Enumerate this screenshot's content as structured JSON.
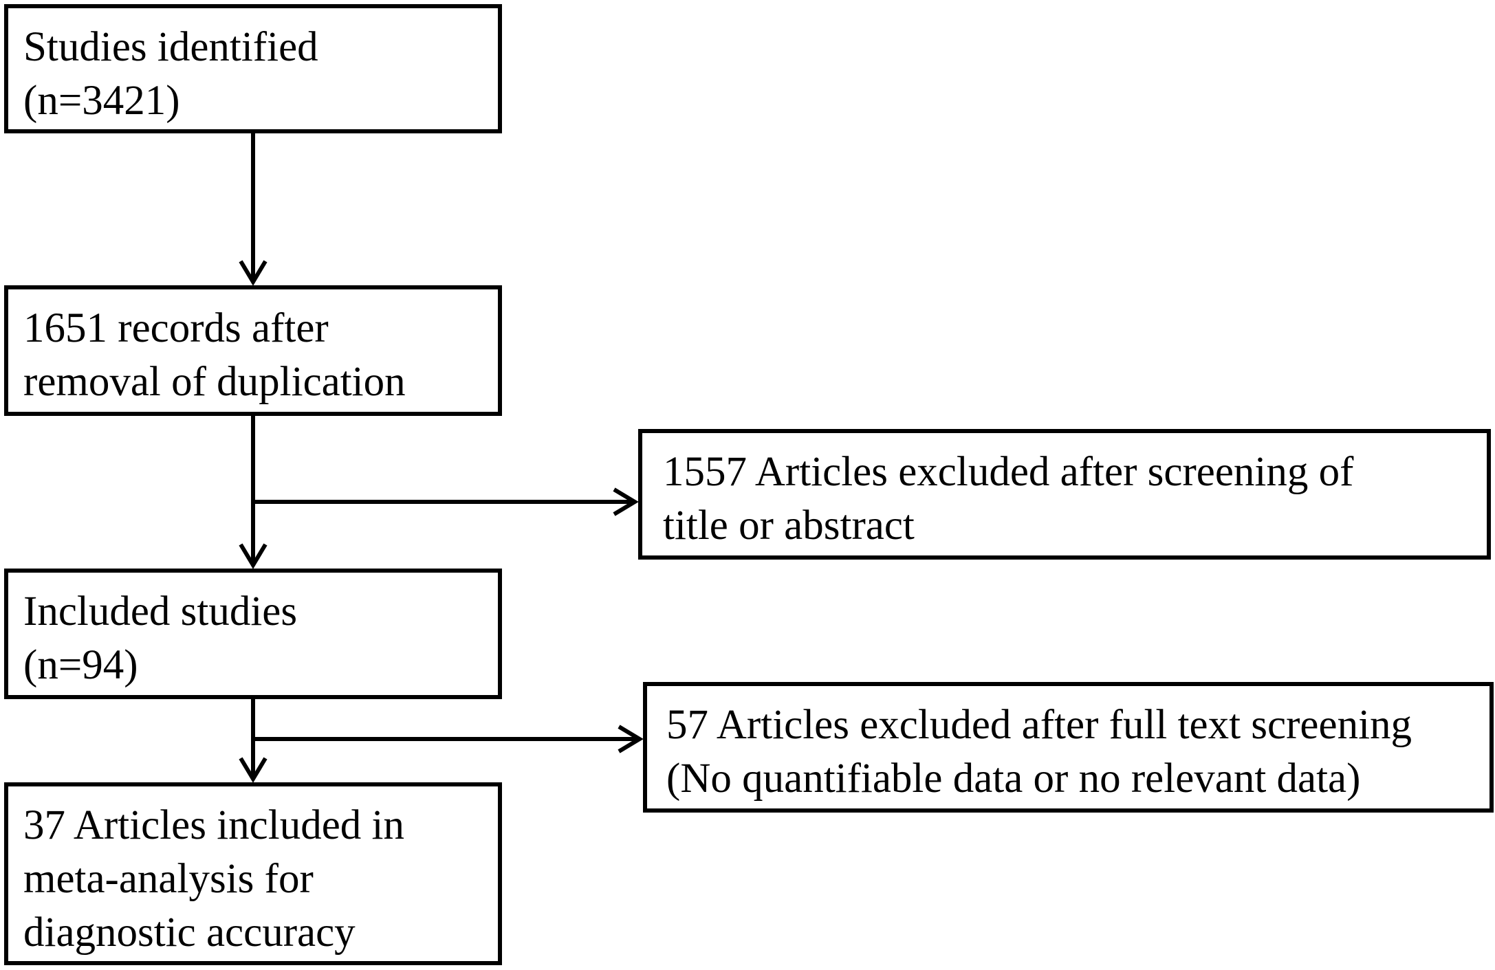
{
  "diagram": {
    "type": "flowchart",
    "boxes": {
      "identified": {
        "lines": [
          "Studies identified",
          "(n=3421)"
        ]
      },
      "dedup": {
        "lines": [
          "1651 records after",
          "removal of duplication"
        ]
      },
      "included": {
        "lines": [
          "Included studies",
          "(n=94)"
        ]
      },
      "final": {
        "lines": [
          "37 Articles included in",
          "meta-analysis for",
          "diagnostic accuracy"
        ]
      },
      "excluded_screening": {
        "lines": [
          "1557 Articles excluded after screening of",
          "title or abstract"
        ]
      },
      "excluded_fulltext": {
        "lines": [
          "57 Articles excluded after full text screening",
          "(No quantifiable data or no relevant data)"
        ]
      }
    },
    "edges": [
      {
        "from": "identified",
        "to": "dedup"
      },
      {
        "from": "dedup",
        "to": "included"
      },
      {
        "from": "dedup",
        "to": "excluded_screening"
      },
      {
        "from": "included",
        "to": "final"
      },
      {
        "from": "included",
        "to": "excluded_fulltext"
      }
    ],
    "colors": {
      "stroke": "#000000",
      "fill": "#ffffff",
      "text": "#000000"
    }
  }
}
